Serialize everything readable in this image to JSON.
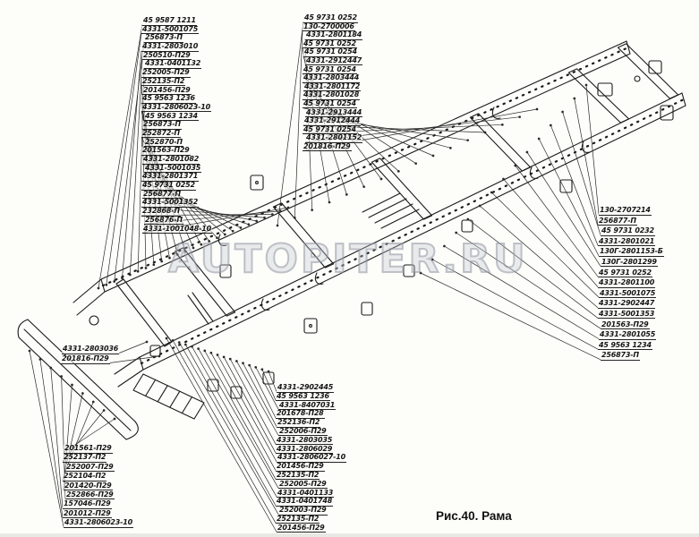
{
  "figure": {
    "caption": "Рис.40. Рама",
    "watermark": "AUTOPITER.RU"
  },
  "callouts": {
    "top_left": [
      "45 9587 1211",
      "4331-5001075",
      "256873-П",
      "4331-2803010",
      "250510-П29",
      "4331-0401132",
      "252005-П29",
      "252135-П2",
      "201456-П29",
      "45 9563 1236",
      "4331-2806023-10",
      "45 9563 1234",
      "256873-П",
      "252872-П",
      "252870-П",
      "201563-П29",
      "4331-2801082",
      "4331-5001035",
      "4331-2801371",
      "45 9731 0252",
      "256877-П",
      "4331-5001352",
      "232868-П",
      "256876-П",
      "4331-1001048-10"
    ],
    "top_middle": [
      "45 9731 0252",
      "130-2700006",
      "4331-2801184",
      "45 9731 0252",
      "45 9731 0254",
      "4331-2912447",
      "45 9731 0254",
      "4331-2803444",
      "4331-2801172",
      "4331-2801028",
      "45 9731 0254",
      "4331-2913444",
      "4331-2912444",
      "45 9731 0254",
      "4331-2801152",
      "201816-П29"
    ],
    "right": [
      "130-2707214",
      "256877-П",
      "45 9731 0232",
      "4331-2801021",
      "130Г-2801153-Б",
      "130Г-2801299",
      "45 9731 0252",
      "4331-2801100",
      "4331-5001075",
      "4331-2902447",
      "4331-5001353",
      "201563-П29",
      "4331-2801055",
      "45 9563 1234",
      "256873-П"
    ],
    "left_mid": [
      "4331-2803036",
      "201816-П29"
    ],
    "bottom_left": [
      "201561-П29",
      "252137-П2",
      "252007-П29",
      "252104-П2",
      "201420-П29",
      "252866-П29",
      "157046-П29",
      "201012-П29",
      "4331-2806023-10"
    ],
    "bottom_middle": [
      "4331-2902445",
      "45 9563 1236",
      "4331-8407031",
      "201678-П28",
      "252136-П2",
      "252006-П29",
      "4331-2803035",
      "4331-2806029",
      "4331-2806027-10",
      "201456-П29",
      "252135-П2",
      "252005-П29",
      "4331-0401133",
      "4331-0401748",
      "252003-П29",
      "252135-П2",
      "201456-П29"
    ]
  }
}
